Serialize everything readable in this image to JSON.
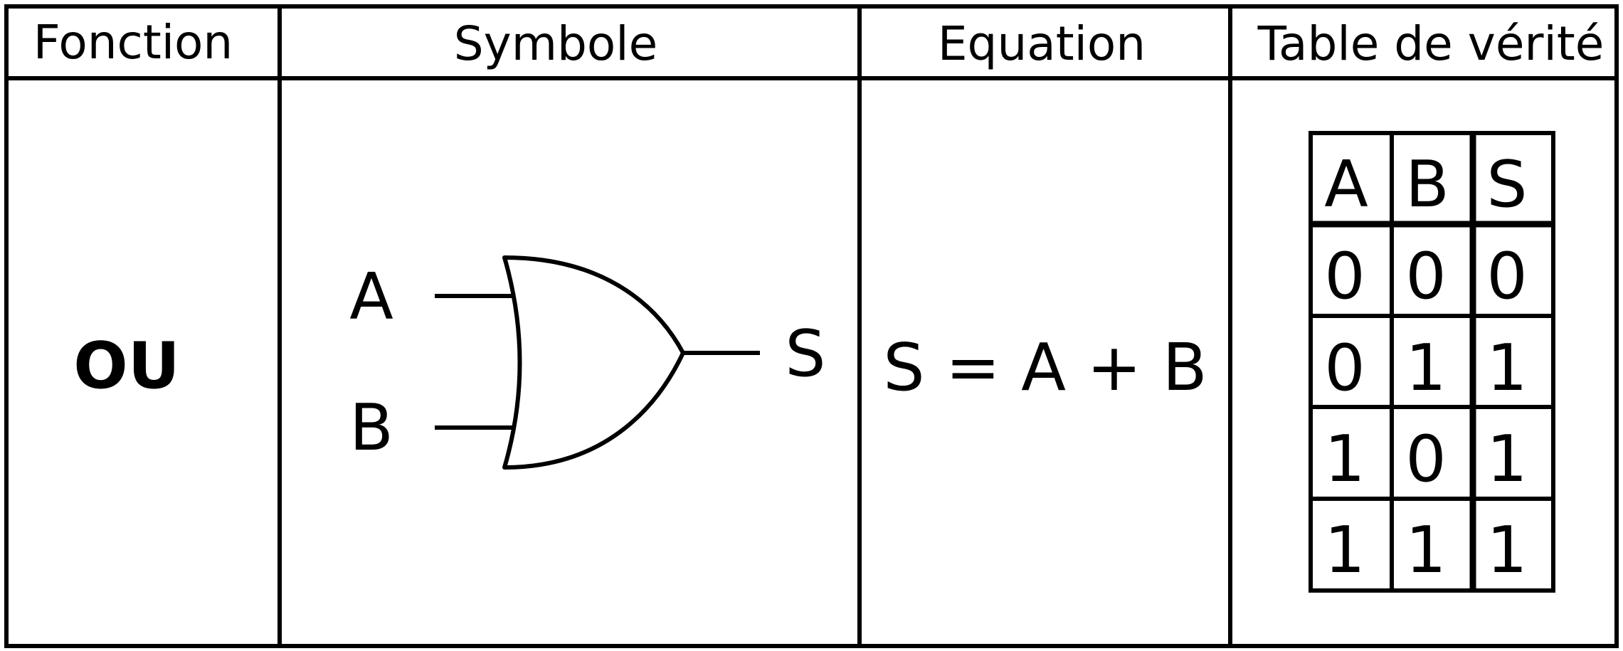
{
  "headers": {
    "function": "Fonction",
    "symbol": "Symbole",
    "equation": "Equation",
    "truth_table": "Table de vérité"
  },
  "row": {
    "function_name": "OU",
    "symbol": {
      "input_a": "A",
      "input_b": "B",
      "output": "S",
      "gate_type": "or-gate"
    },
    "equation": "S = A + B",
    "truth_table": {
      "columns": [
        "A",
        "B",
        "S"
      ],
      "rows": [
        [
          "0",
          "0",
          "0"
        ],
        [
          "0",
          "1",
          "1"
        ],
        [
          "1",
          "0",
          "1"
        ],
        [
          "1",
          "1",
          "1"
        ]
      ]
    }
  }
}
